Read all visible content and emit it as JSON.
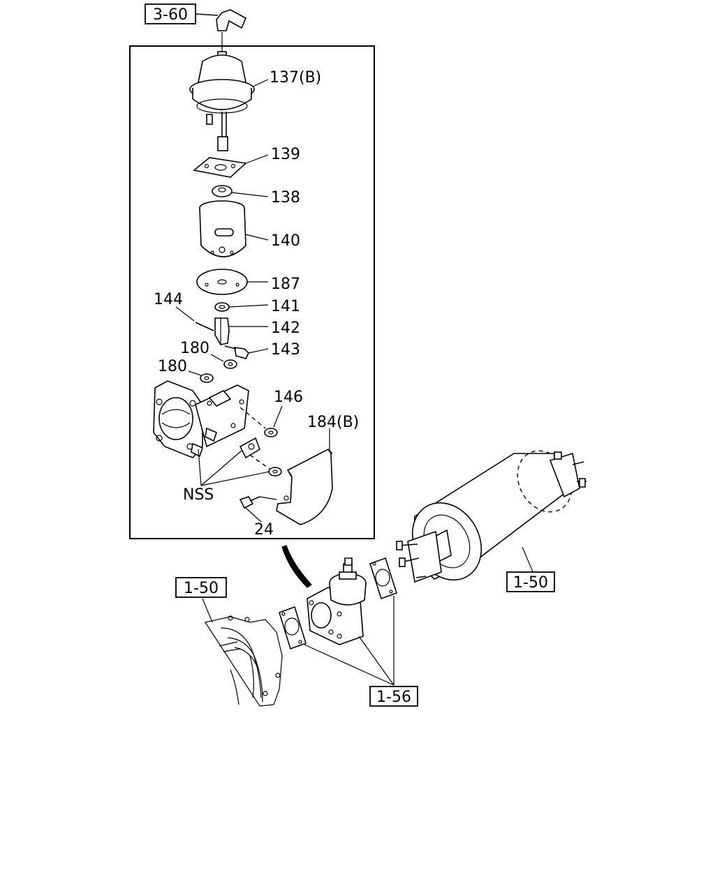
{
  "diagram": {
    "callouts": {
      "c137": "137(B)",
      "c139": "139",
      "c138": "138",
      "c140": "140",
      "c187": "187",
      "c141": "141",
      "c142": "142",
      "c143": "143",
      "c144": "144",
      "c180a": "180",
      "c180b": "180",
      "c146": "146",
      "c184": "184(B)",
      "nss": "NSS",
      "c24": "24"
    },
    "refs": {
      "ref_360": "3-60",
      "ref_150_right": "1-50",
      "ref_150_left": "1-50",
      "ref_156": "1-56"
    }
  }
}
